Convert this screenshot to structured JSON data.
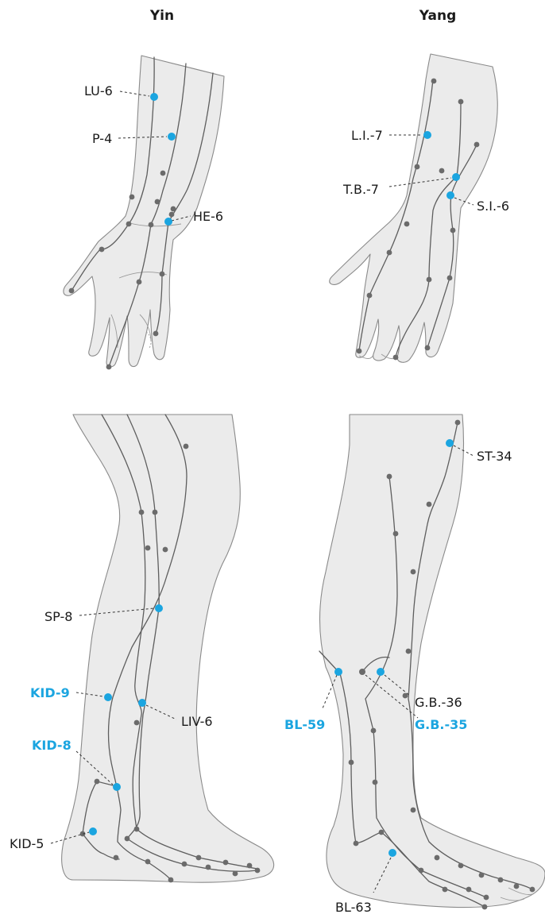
{
  "columns": {
    "yin": "Yin",
    "yang": "Yang"
  },
  "accent_color": "#1ba5e0",
  "arm_yin_points": {
    "lu6": "LU-6",
    "p4": "P-4",
    "he6": "HE-6"
  },
  "arm_yang_points": {
    "li7": "L.I.-7",
    "tb7": "T.B.-7",
    "si6": "S.I.-6"
  },
  "leg_yin_points": {
    "sp8": "SP-8",
    "kid9": "KID-9",
    "liv6": "LIV-6",
    "kid8": "KID-8",
    "kid5": "KID-5"
  },
  "leg_yang_points": {
    "st34": "ST-34",
    "bl59": "BL-59",
    "gb36": "G.B.-36",
    "gb35": "G.B.-35",
    "bl63": "BL-63"
  },
  "highlighted_points": [
    "KID-9",
    "KID-8",
    "BL-59",
    "G.B.-35"
  ]
}
